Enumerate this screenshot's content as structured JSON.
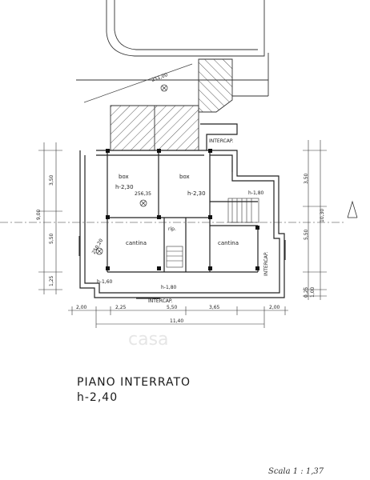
{
  "plan": {
    "title": "PIANO  INTERRATO",
    "height_label": "h-2,40",
    "scale": "Scala  1 : 1,37",
    "watermark": "casa"
  },
  "annotations": {
    "street_level": "251,00",
    "intercap_top": "INTERCAP.",
    "intercap_bottom": "INTERCAP.",
    "intercap_right": "INTERCAP.",
    "level_box": "256,35",
    "level_left": "250,20"
  },
  "rooms": {
    "box_left": "box",
    "box_left_h": "h-2,30",
    "box_right": "box",
    "box_right_h": "h-2,30",
    "stair_h": "h-1,80",
    "cantina_left": "cantina",
    "cantina_right": "cantina",
    "rip": "rip.",
    "h160": "h-1,60",
    "h180": "h-1,80"
  },
  "dims": {
    "left_top": "3,50",
    "left_total": "9,00",
    "left_mid": "5,50",
    "left_bot": "1,25",
    "right_top": "3,50",
    "right_total": "10,30",
    "right_mid": "5,50",
    "right_bot1": "0,25",
    "right_bot2": "1,00",
    "bottom": [
      "2,00",
      "2,25",
      "5,50",
      "3,65",
      "2,00"
    ],
    "bottom_total": "11,40"
  }
}
